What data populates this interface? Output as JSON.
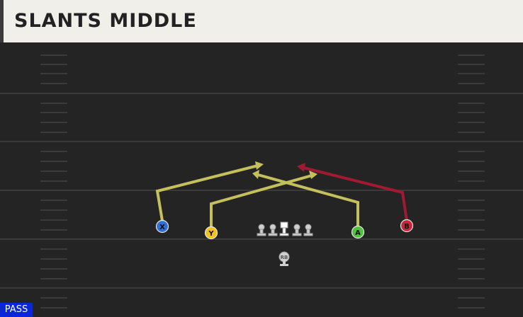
{
  "play": {
    "title": "SLANTS MIDDLE",
    "type_tag": "PASS"
  },
  "players": {
    "x": {
      "label": "X",
      "color": "#2f6fd6"
    },
    "y": {
      "label": "Y",
      "color": "#f2c319"
    },
    "a": {
      "label": "A",
      "color": "#52c13f"
    },
    "b": {
      "label": "B",
      "color": "#d0223a"
    },
    "rb": {
      "label": "RB"
    }
  },
  "colors": {
    "route_yellow": "#c4c05e",
    "route_red": "#a01a33",
    "field": "#242424",
    "yard_line": "#3b3b3b",
    "lineman": "#cfcfcf"
  }
}
